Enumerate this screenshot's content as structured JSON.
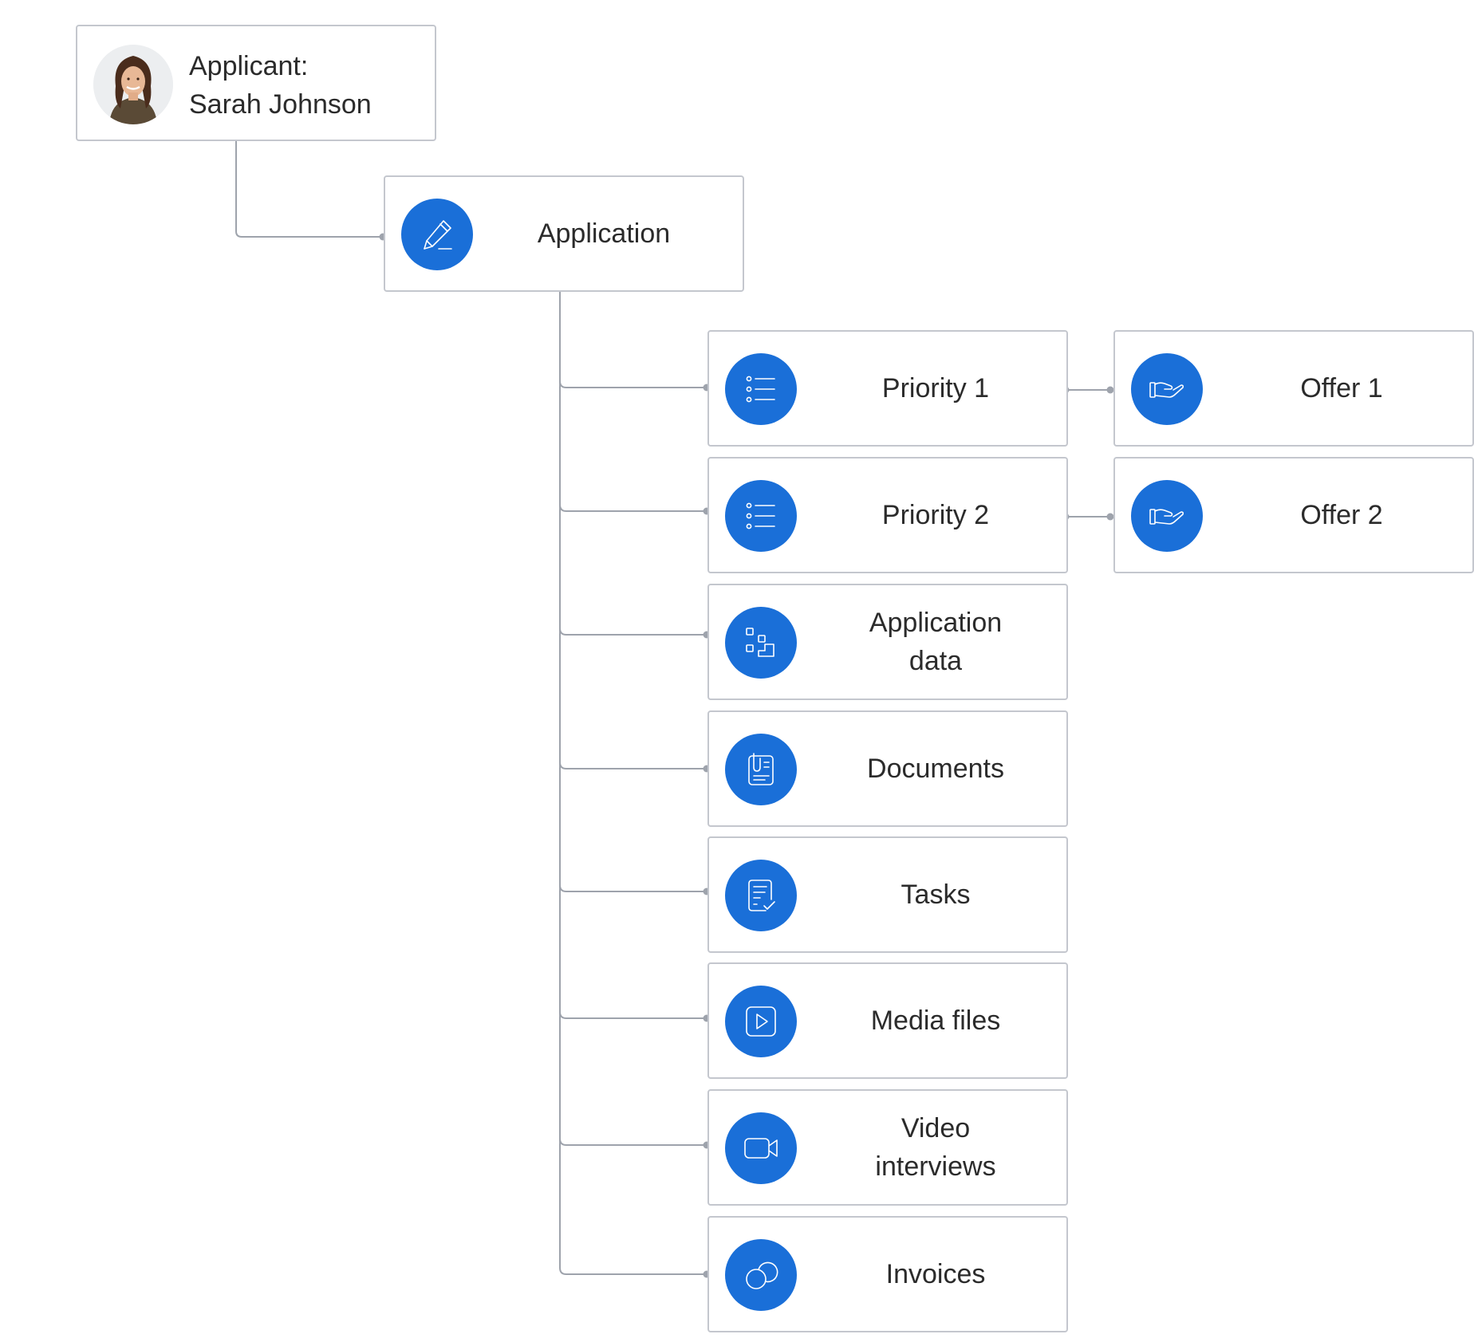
{
  "applicant": {
    "label": "Applicant:",
    "name": "Sarah Johnson",
    "icon": "avatar-photo"
  },
  "root": {
    "label": "Application",
    "icon": "pencil-icon"
  },
  "children": [
    {
      "label": "Priority 1",
      "icon": "list-icon"
    },
    {
      "label": "Priority 2",
      "icon": "list-icon"
    },
    {
      "label": "Application\ndata",
      "icon": "steps-icon"
    },
    {
      "label": "Documents",
      "icon": "document-clip-icon"
    },
    {
      "label": "Tasks",
      "icon": "task-check-icon"
    },
    {
      "label": "Media files",
      "icon": "play-icon"
    },
    {
      "label": "Video\ninterviews",
      "icon": "video-camera-icon"
    },
    {
      "label": "Invoices",
      "icon": "coins-icon"
    }
  ],
  "offers": [
    {
      "label": "Offer 1",
      "icon": "hand-offer-icon"
    },
    {
      "label": "Offer 2",
      "icon": "hand-offer-icon"
    }
  ],
  "colors": {
    "accent": "#1a6fd8",
    "border": "#c4c7ce",
    "connector": "#9ea3ac",
    "text": "#2b2b2b"
  }
}
